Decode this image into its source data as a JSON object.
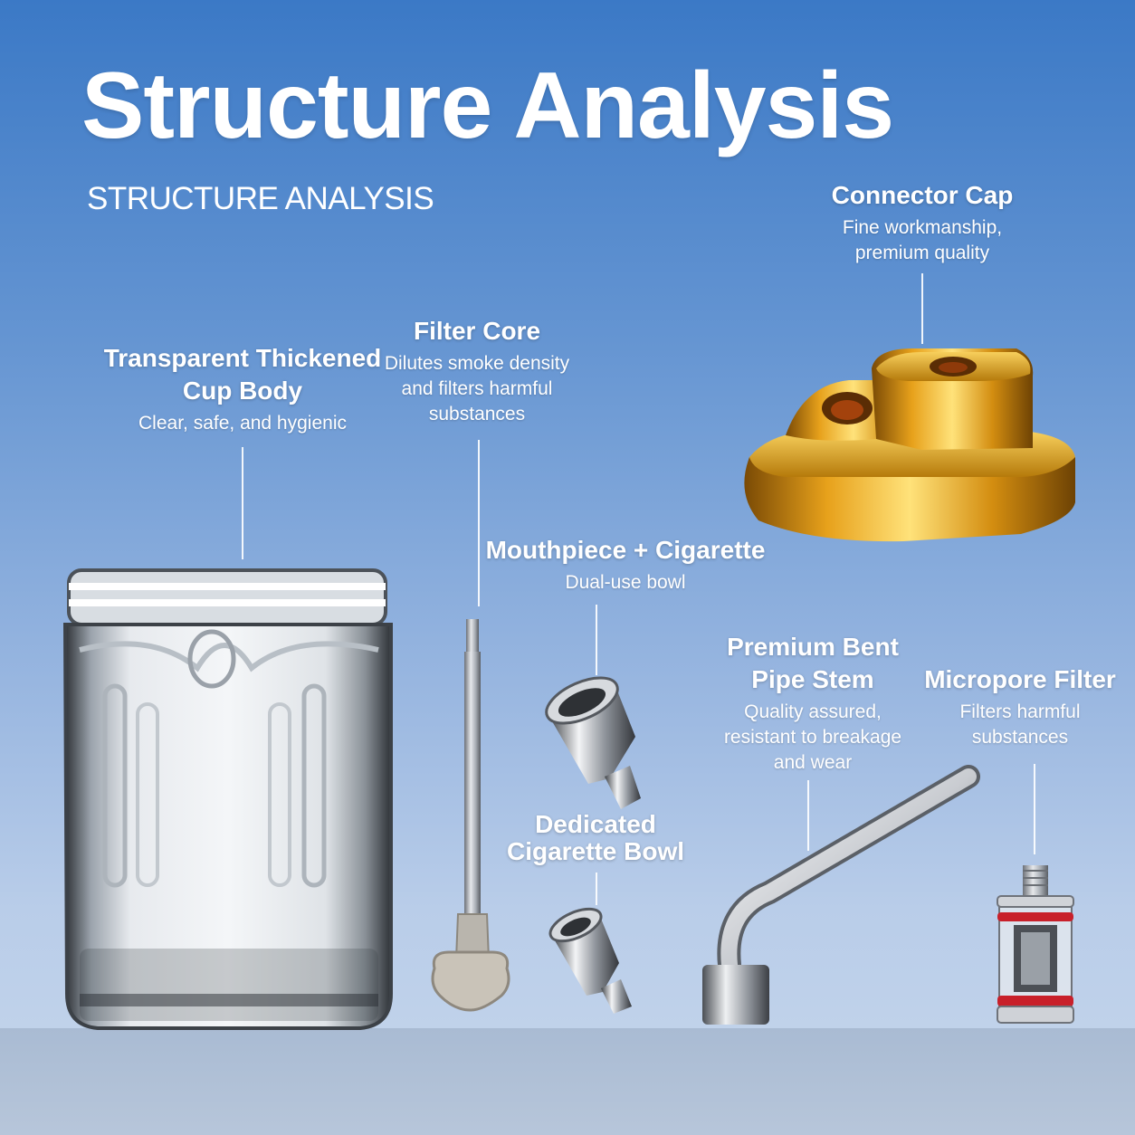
{
  "header": {
    "title": "Structure Analysis",
    "subtitle": "STRUCTURE ANALYSIS"
  },
  "components": {
    "connector_cap": {
      "name": "Connector Cap",
      "desc_lines": [
        "Fine workmanship,",
        "premium quality"
      ]
    },
    "filter_core": {
      "name": "Filter Core",
      "desc_lines": [
        "Dilutes smoke density",
        "and filters harmful",
        "substances"
      ]
    },
    "cup_body": {
      "name_lines": [
        "Transparent Thickened",
        "Cup Body"
      ],
      "desc_lines": [
        "Clear, safe, and hygienic"
      ]
    },
    "mouthpiece": {
      "name": "Mouthpiece + Cigarette",
      "desc_lines": [
        "Dual-use bowl"
      ]
    },
    "cigarette_bowl": {
      "name_lines": [
        "Dedicated",
        "Cigarette Bowl"
      ]
    },
    "pipe_stem": {
      "name_lines": [
        "Premium Bent",
        "Pipe Stem"
      ],
      "desc_lines": [
        "Quality assured,",
        "resistant to breakage",
        "and wear"
      ]
    },
    "micropore_filter": {
      "name": "Micropore Filter",
      "desc_lines": [
        "Filters harmful",
        "substances"
      ]
    }
  },
  "colors": {
    "bg_top": "#3b79c6",
    "bg_bottom": "#c6d6eb",
    "gold": "#c98a12",
    "steel": "#b8bcc3",
    "red_ring": "#c8202a"
  }
}
